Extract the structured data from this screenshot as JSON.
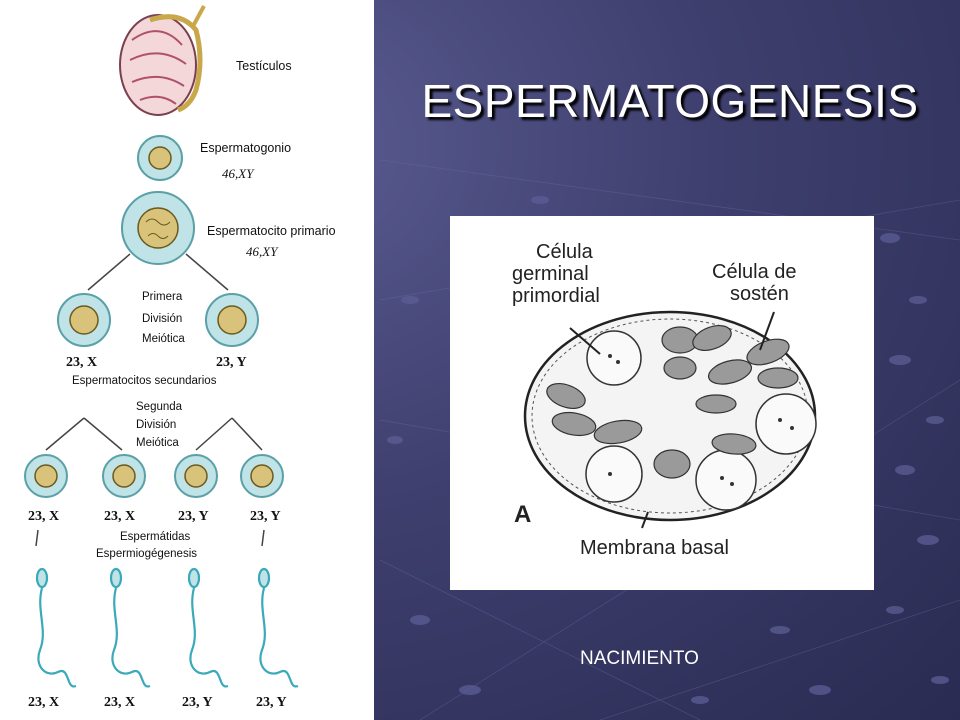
{
  "slide": {
    "title": "ESPERMATOGENESIS",
    "caption": "NACIMIENTO"
  },
  "left_diagram": {
    "testes_label": "Testículos",
    "spermatogonium_label": "Espermatogonio",
    "spermatogonium_karyotype": "46,XY",
    "primary_label": "Espermatocito primario",
    "primary_karyotype": "46,XY",
    "first_division": [
      "Primera",
      "División",
      "Meiótica"
    ],
    "secondary_karyotypes": [
      "23, X",
      "23, Y"
    ],
    "secondary_label": "Espermatocitos secundarios",
    "second_division": [
      "Segunda",
      "División",
      "Meiótica"
    ],
    "spermatid_karyotypes": [
      "23, X",
      "23, X",
      "23, Y",
      "23, Y"
    ],
    "spermatid_label": "Espermátidas",
    "spermiogenesis_label": "Espermiogégenesis",
    "sperm_karyotypes": [
      "23, X",
      "23, X",
      "23, Y",
      "23, Y"
    ]
  },
  "right_figure": {
    "label_germinal": [
      "Célula",
      "germinal",
      "primordial"
    ],
    "label_sostén": [
      "Célula de",
      "sostén"
    ],
    "label_membrane": "Membrana basal",
    "panel_letter": "A"
  },
  "colors": {
    "background": "#3e3f6e",
    "title_text": "#ffffff",
    "cell_fill": "#bfe3e6",
    "nucleus_fill": "#d9c37a",
    "sperm": "#3aa9b8"
  }
}
